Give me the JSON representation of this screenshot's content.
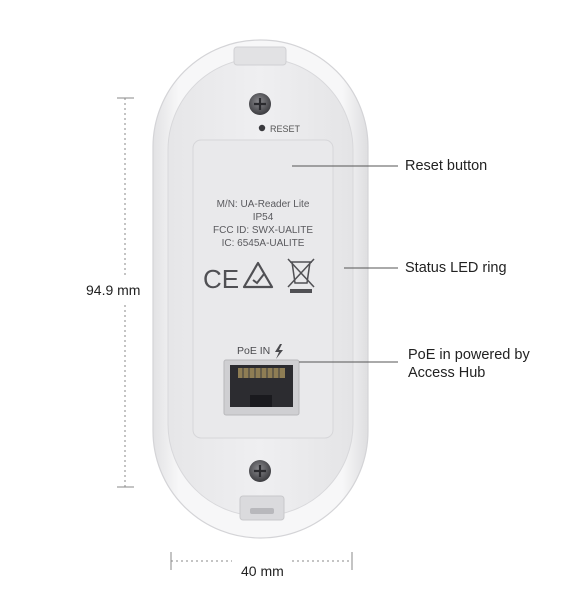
{
  "device": {
    "model_line": "M/N: UA-Reader Lite",
    "ip_line": "IP54",
    "fcc_line": "FCC ID: SWX-UALITE",
    "ic_line": "IC: 6545A-UALITE",
    "reset_label": "RESET",
    "poe_label": "PoE IN",
    "ce_mark": "CE"
  },
  "callouts": {
    "reset_button": "Reset button",
    "status_led": "Status LED ring",
    "poe_line1": "PoE in powered by",
    "poe_line2": "Access Hub"
  },
  "dimensions": {
    "height": "94.9 mm",
    "width": "40 mm"
  },
  "colors": {
    "body": "#f4f4f5",
    "plate": "#ececee",
    "label_plate": "#e7e7e9",
    "text": "#222222",
    "dim_line": "#888888"
  },
  "icons": [
    "lightning-icon",
    "ce-mark-icon",
    "rcm-mark-icon",
    "weee-bin-icon",
    "screw-icon",
    "rj45-port-icon"
  ]
}
